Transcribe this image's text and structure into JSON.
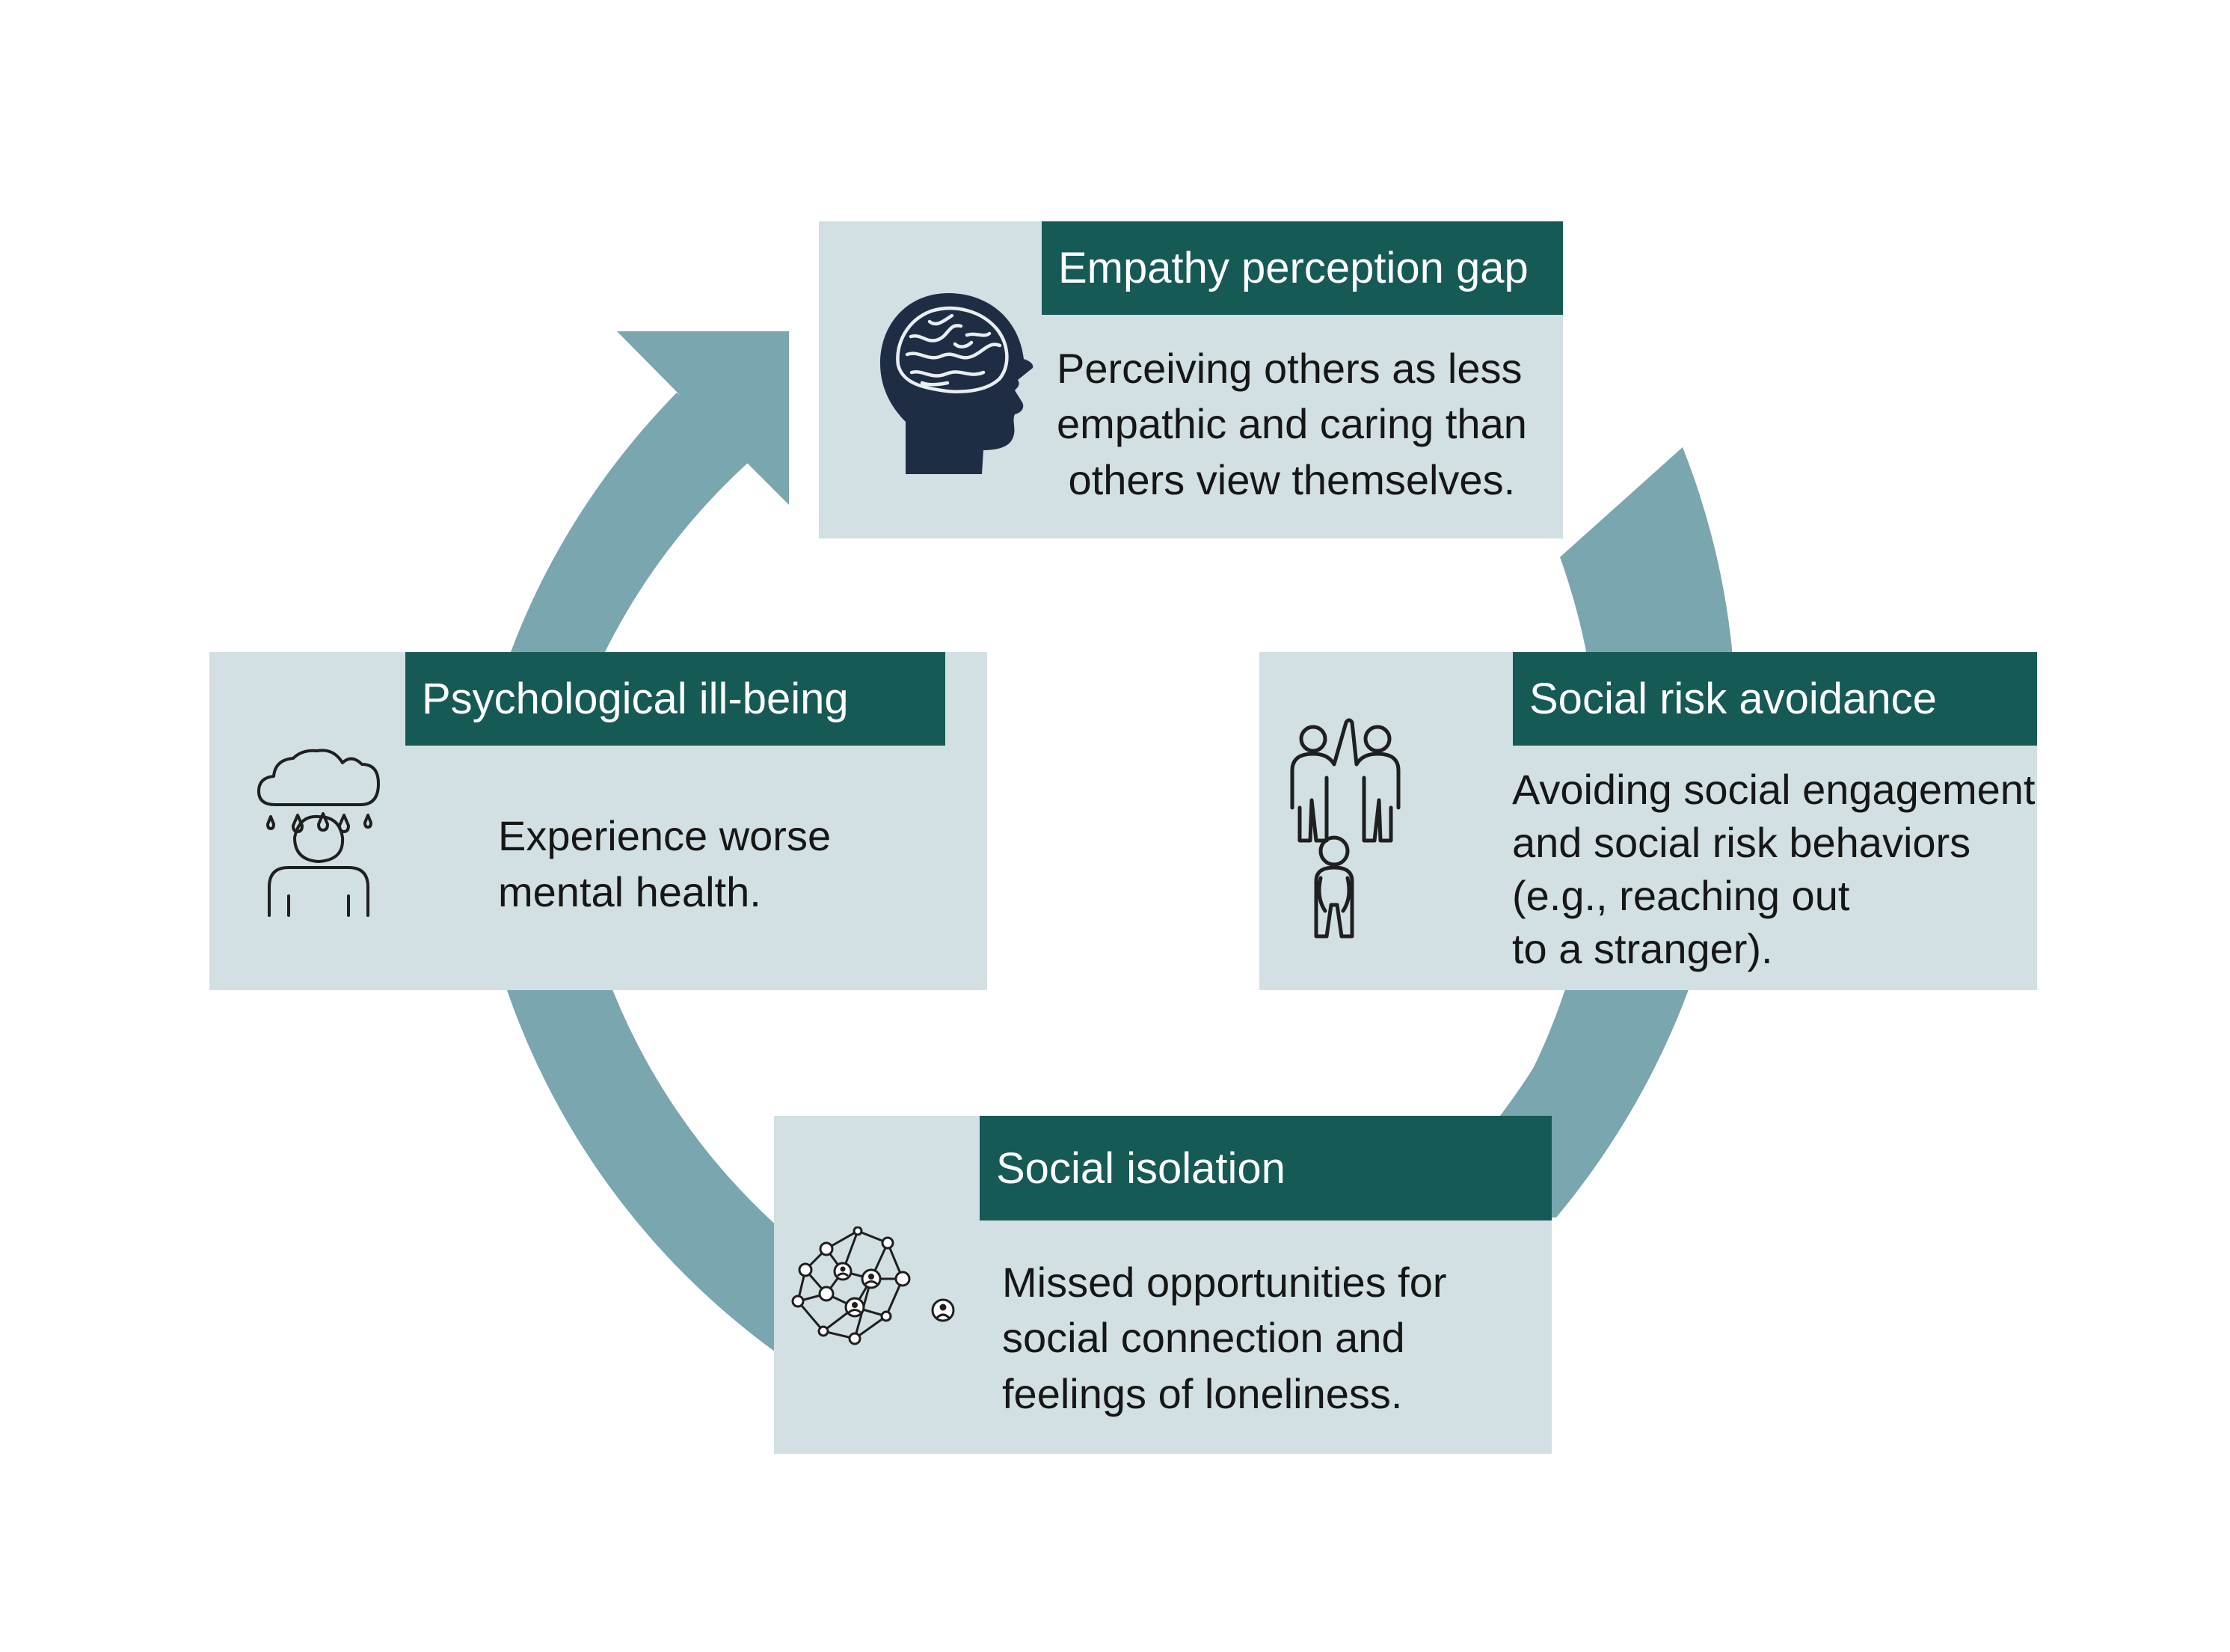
{
  "colors": {
    "arrow": "#7aa6b0",
    "card_background": "#d2e0e3",
    "header_background": "#165a56",
    "header_text": "#ffffff",
    "body_text": "#161616",
    "icon_dark": "#1f2d44"
  },
  "stages": [
    {
      "id": "empathy-gap",
      "title": "Empathy perception gap",
      "lines": [
        "Perceiving others as less",
        "empathic and caring than",
        " others view themselves."
      ],
      "icon": "brain-head-icon"
    },
    {
      "id": "social-risk-avoidance",
      "title": "Social risk avoidance",
      "lines": [
        "Avoiding social engagement",
        "and social risk behaviors",
        "(e.g., reaching out",
        "to a stranger)."
      ],
      "icon": "people-high-five-icon"
    },
    {
      "id": "social-isolation",
      "title": "Social isolation",
      "lines": [
        "Missed opportunities for",
        "social connection and",
        "feelings of loneliness."
      ],
      "icon": "social-network-icon"
    },
    {
      "id": "psychological-ill-being",
      "title": "Psychological ill-being",
      "lines": [
        "Experience worse",
        "mental health."
      ],
      "icon": "rain-cloud-person-icon"
    }
  ]
}
